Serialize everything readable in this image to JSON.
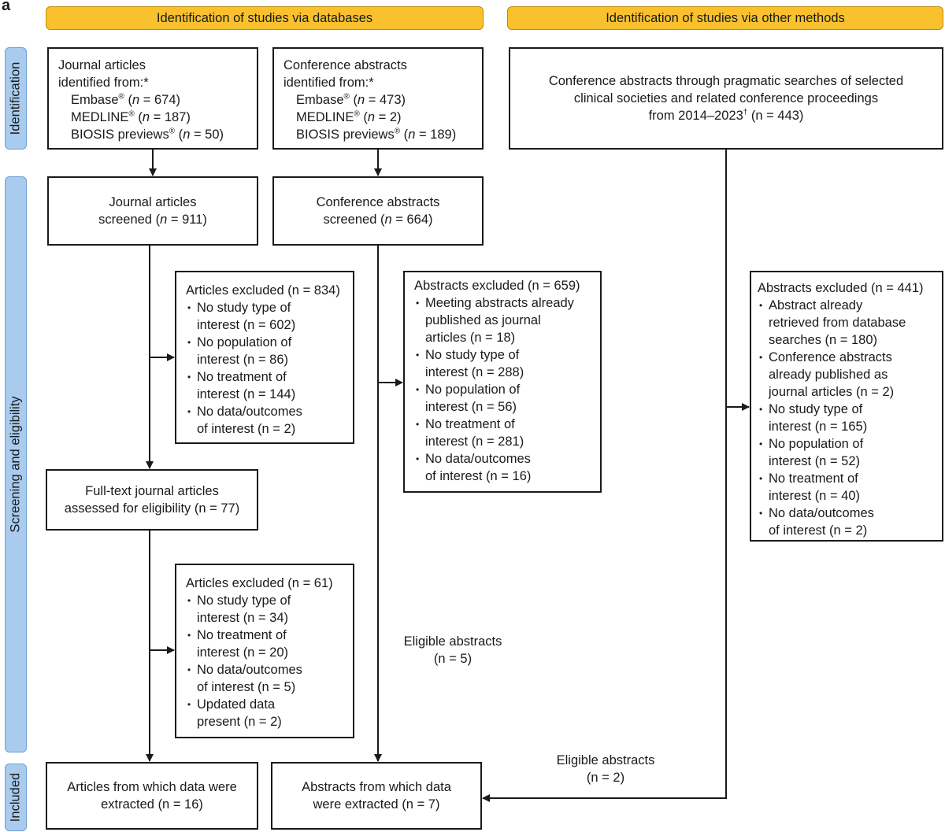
{
  "panel_label": "a",
  "headers": {
    "databases": "Identification of studies via databases",
    "other": "Identification of studies via other methods"
  },
  "phases": {
    "identification": "Identification",
    "screening": "Screening and eligibility",
    "included": "Included"
  },
  "journal_identified": {
    "title_1": "Journal articles",
    "title_2": "identified from:*",
    "sources": [
      {
        "name": "Embase",
        "mark": "®",
        "count": " = 674)"
      },
      {
        "name": "MEDLINE",
        "mark": "®",
        "count": " = 187)"
      },
      {
        "name": "BIOSIS previews",
        "mark": "®",
        "count": " = 50)"
      }
    ]
  },
  "conference_identified": {
    "title_1": "Conference abstracts",
    "title_2": "identified from:*",
    "sources": [
      {
        "name": "Embase",
        "mark": "®",
        "count": " = 473)"
      },
      {
        "name": "MEDLINE",
        "mark": "®",
        "count": " = 2)"
      },
      {
        "name": "BIOSIS previews",
        "mark": "®",
        "count": " = 189)"
      }
    ]
  },
  "other_identified": {
    "line_1": "Conference abstracts through pragmatic searches of selected",
    "line_2": "clinical societies and related conference proceedings",
    "line_3a": "from 2014–2023",
    "line_3_mark": "†",
    "line_3b": " (n = 443)"
  },
  "journal_screened": {
    "line_1": "Journal articles",
    "line_2a": "screened (",
    "n": "n",
    "line_2b": " = 911)"
  },
  "conference_screened": {
    "line_1": "Conference abstracts",
    "line_2a": "screened (",
    "n": "n",
    "line_2b": " = 664)"
  },
  "articles_excluded_1": {
    "title": "Articles excluded (n = 834)",
    "items": [
      "No study type of\ninterest (n = 602)",
      "No population of\ninterest (n = 86)",
      "No treatment of\ninterest (n = 144)",
      "No data/outcomes\nof interest (n = 2)"
    ]
  },
  "abstracts_excluded_db": {
    "title": "Abstracts excluded (n = 659)",
    "items": [
      "Meeting abstracts already\npublished as journal\narticles (n = 18)",
      "No study type of\ninterest (n = 288)",
      "No population of\ninterest (n = 56)",
      "No treatment of\ninterest (n = 281)",
      "No data/outcomes\nof interest (n = 16)"
    ]
  },
  "abstracts_excluded_other": {
    "title": "Abstracts excluded (n = 441)",
    "items": [
      "Abstract already\nretrieved from database\nsearches (n = 180)",
      "Conference abstracts\nalready published as\njournal articles (n = 2)",
      "No study type of\ninterest (n = 165)",
      "No population of\ninterest (n = 52)",
      "No treatment of\ninterest (n = 40)",
      "No data/outcomes\nof interest (n = 2)"
    ]
  },
  "fulltext_assessed": {
    "line_1": "Full-text journal articles",
    "line_2": "assessed for eligibility (n = 77)"
  },
  "articles_excluded_2": {
    "title": "Articles excluded (n = 61)",
    "items": [
      "No study type of\ninterest (n = 34)",
      "No treatment of\ninterest (n = 20)",
      "No data/outcomes\nof interest (n = 5)",
      "Updated data\npresent (n = 2)"
    ]
  },
  "eligible_db": {
    "line_1": "Eligible abstracts",
    "line_2": "(n = 5)"
  },
  "eligible_other": {
    "line_1": "Eligible abstracts",
    "line_2": "(n = 2)"
  },
  "articles_extracted": {
    "line_1": "Articles from which data were",
    "line_2": "extracted (n = 16)"
  },
  "abstracts_extracted": {
    "line_1": "Abstracts from which data",
    "line_2": "were extracted (n = 7)"
  }
}
